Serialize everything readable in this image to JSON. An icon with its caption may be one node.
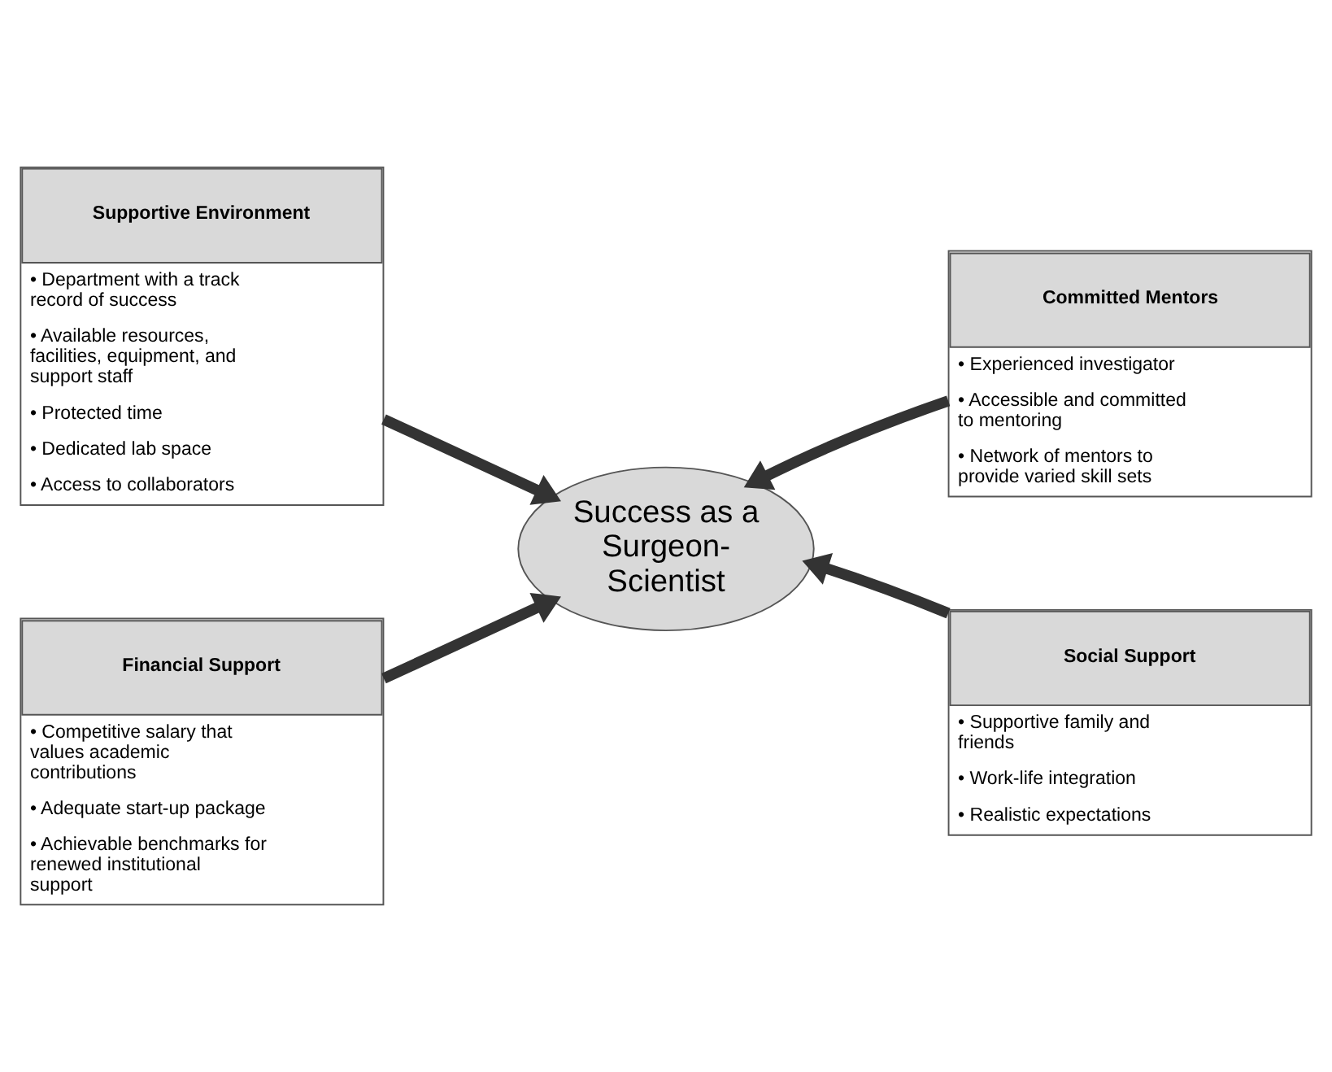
{
  "diagram": {
    "nodes": [
      {
        "text": [
          "Supportive Environment",
          "• Department with a track record of success",
          "• Available resources, facilities, equipment, and support staff",
          "• Protected time",
          "• Dedicated lab space",
          "• Access to collaborators"
        ]
      },
      {
        "text": [
          "Committed Mentors",
          "• Experienced investigator",
          "• Accessible and committed to mentoring",
          "• Network of mentors to provide varied skill sets"
        ]
      },
      {
        "text": [
          "Success as a Surgeon-Scientist"
        ]
      },
      {
        "text": [
          "Financial Support",
          "• Competitive salary that values academic contributions",
          "• Adequate start-up package",
          "• Achievable benchmarks for renewed institutional support"
        ]
      },
      {
        "text": [
          "Social Support",
          "• Supportive family and friends",
          "• Work-life integration",
          "• Realistic expectations"
        ]
      }
    ],
    "edges": [
      {
        "from": 0,
        "to": 2,
        "arrow": "to"
      },
      {
        "from": 1,
        "to": 2,
        "arrow": "to"
      },
      {
        "from": 3,
        "to": 2,
        "arrow": "to"
      },
      {
        "from": 4,
        "to": 2,
        "arrow": "to"
      }
    ]
  }
}
